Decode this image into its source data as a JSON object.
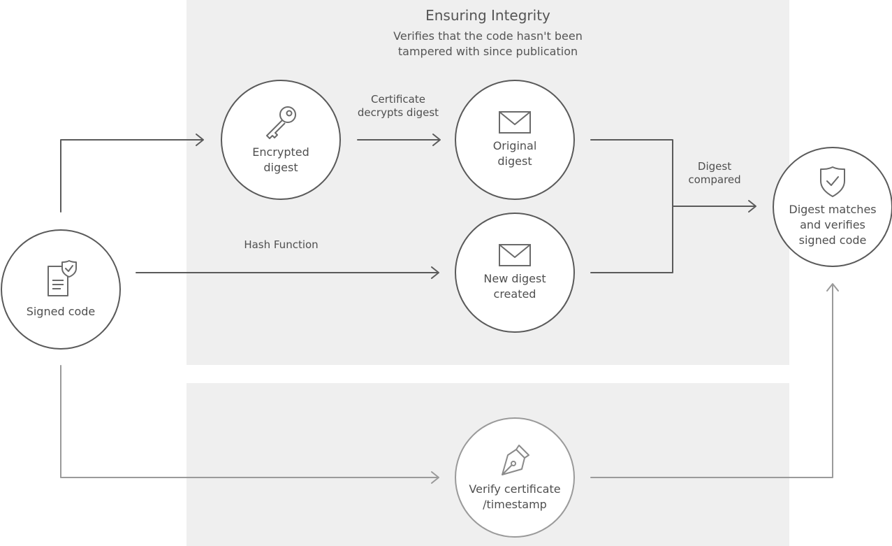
{
  "header": {
    "title": "Ensuring Integrity",
    "subtitle": "Verifies that the code hasn't been\ntampered with since publication"
  },
  "nodes": {
    "signed_code": {
      "label": "Signed code",
      "icon": "document-shield-icon"
    },
    "encrypted_digest": {
      "label": "Encrypted\ndigest",
      "icon": "key-icon"
    },
    "original_digest": {
      "label": "Original\ndigest",
      "icon": "envelope-icon"
    },
    "new_digest": {
      "label": "New digest\ncreated",
      "icon": "envelope-icon"
    },
    "digest_matches": {
      "label": "Digest matches\nand verifies\nsigned code",
      "icon": "shield-check-icon"
    },
    "verify_certificate": {
      "label": "Verify certificate\n/timestamp",
      "icon": "pen-nib-icon"
    }
  },
  "edge_labels": {
    "certificate_decrypts": "Certificate\ndecrypts digest",
    "hash_function": "Hash Function",
    "digest_compared": "Digest\ncompared"
  },
  "colors": {
    "panel": "#efefef",
    "line_dark": "#5a5a5a",
    "line_light": "#9a9a9a",
    "text": "#4f4f4f"
  }
}
